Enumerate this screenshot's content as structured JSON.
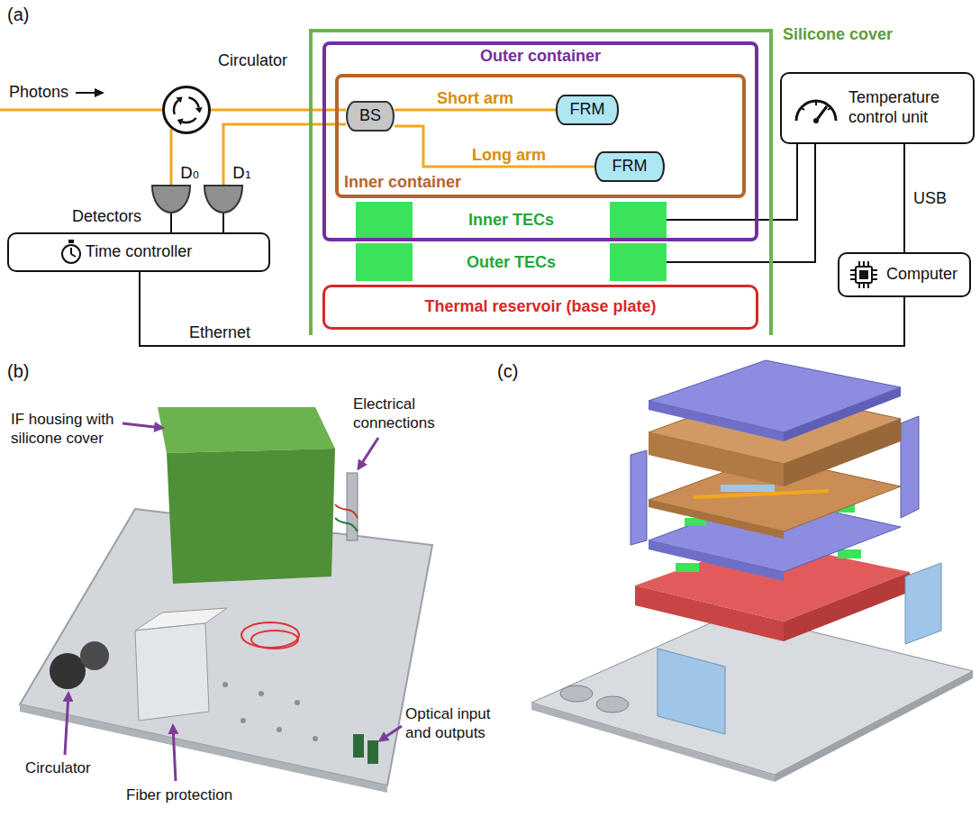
{
  "diagram": {
    "nodes": [
      {
        "text": [
          "Circulator"
        ]
      },
      {
        "text": [
          "D₀"
        ]
      },
      {
        "text": [
          "D₁"
        ]
      },
      {
        "text": [
          "Time controller"
        ]
      },
      {
        "text": [
          "Silicone cover"
        ]
      },
      {
        "text": [
          "Outer container"
        ],
        "in": 4
      },
      {
        "text": [
          "Inner container"
        ],
        "in": 5
      },
      {
        "text": [
          "BS"
        ],
        "in": 6
      },
      {
        "text": [
          "FRM"
        ],
        "in": 6
      },
      {
        "text": [
          "FRM"
        ],
        "in": 6
      },
      {
        "text": [
          "Thermal reservoir (base plate)"
        ],
        "in": 4
      },
      {
        "text": [
          "Temperature control unit"
        ]
      },
      {
        "text": [
          "Computer"
        ]
      }
    ],
    "edges": [
      {
        "from": 0,
        "to": 7,
        "arrow": "none"
      },
      {
        "from": 7,
        "to": 2,
        "arrow": "none"
      },
      {
        "from": 0,
        "to": 1,
        "arrow": "none"
      },
      {
        "from": 7,
        "to": 8,
        "label": "Short arm",
        "arrow": "none"
      },
      {
        "from": 7,
        "to": 9,
        "label": "Long arm",
        "arrow": "none"
      },
      {
        "from": 1,
        "to": 3,
        "arrow": "none"
      },
      {
        "from": 2,
        "to": 3,
        "arrow": "none"
      },
      {
        "from": 3,
        "to": 12,
        "label": "Ethernet",
        "arrow": "none"
      },
      {
        "from": 12,
        "to": 11,
        "label": "USB",
        "arrow": "none"
      }
    ],
    "labels": [
      "(a)",
      "Photons",
      "Detectors",
      "Inner TECs",
      "Outer TECs",
      "(b)",
      "IF housing with silicone cover",
      "Electrical connections",
      "Circulator",
      "Fiber protection",
      "Optical input and outputs",
      "(c)"
    ]
  }
}
